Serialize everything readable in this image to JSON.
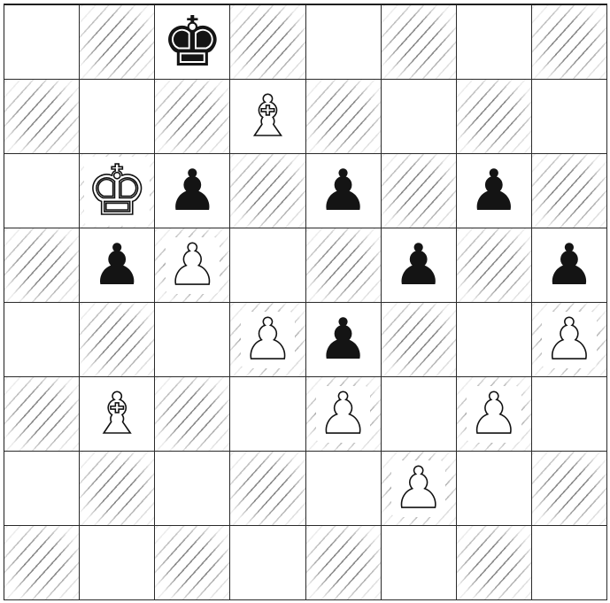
{
  "board": {
    "size": 8,
    "pieces": [
      {
        "row": 0,
        "col": 2,
        "color": "black",
        "type": "king",
        "symbol": "♚",
        "icon": "black-king-icon"
      },
      {
        "row": 1,
        "col": 3,
        "color": "white",
        "type": "bishop",
        "symbol": "♝",
        "icon": "white-bishop-icon"
      },
      {
        "row": 2,
        "col": 1,
        "color": "white",
        "type": "king",
        "symbol": "♚",
        "icon": "white-king-icon"
      },
      {
        "row": 2,
        "col": 2,
        "color": "black",
        "type": "pawn",
        "symbol": "♟",
        "icon": "black-pawn-icon"
      },
      {
        "row": 2,
        "col": 4,
        "color": "black",
        "type": "pawn",
        "symbol": "♟",
        "icon": "black-pawn-icon"
      },
      {
        "row": 2,
        "col": 6,
        "color": "black",
        "type": "pawn",
        "symbol": "♟",
        "icon": "black-pawn-icon"
      },
      {
        "row": 3,
        "col": 1,
        "color": "black",
        "type": "pawn",
        "symbol": "♟",
        "icon": "black-pawn-icon"
      },
      {
        "row": 3,
        "col": 2,
        "color": "white",
        "type": "pawn",
        "symbol": "♟",
        "icon": "white-pawn-icon"
      },
      {
        "row": 3,
        "col": 5,
        "color": "black",
        "type": "pawn",
        "symbol": "♟",
        "icon": "black-pawn-icon"
      },
      {
        "row": 3,
        "col": 7,
        "color": "black",
        "type": "pawn",
        "symbol": "♟",
        "icon": "black-pawn-icon"
      },
      {
        "row": 4,
        "col": 3,
        "color": "white",
        "type": "pawn",
        "symbol": "♟",
        "icon": "white-pawn-icon"
      },
      {
        "row": 4,
        "col": 4,
        "color": "black",
        "type": "pawn",
        "symbol": "♟",
        "icon": "black-pawn-icon"
      },
      {
        "row": 4,
        "col": 7,
        "color": "white",
        "type": "pawn",
        "symbol": "♟",
        "icon": "white-pawn-icon"
      },
      {
        "row": 5,
        "col": 1,
        "color": "white",
        "type": "bishop",
        "symbol": "♝",
        "icon": "white-bishop-icon"
      },
      {
        "row": 5,
        "col": 4,
        "color": "white",
        "type": "pawn",
        "symbol": "♟",
        "icon": "white-pawn-icon"
      },
      {
        "row": 5,
        "col": 6,
        "color": "white",
        "type": "pawn",
        "symbol": "♟",
        "icon": "white-pawn-icon"
      },
      {
        "row": 6,
        "col": 5,
        "color": "white",
        "type": "pawn",
        "symbol": "♟",
        "icon": "white-pawn-icon"
      }
    ]
  },
  "colors": {
    "light_square": "#ffffff",
    "dark_square_hatch": "#282828",
    "ink": "#141414"
  }
}
